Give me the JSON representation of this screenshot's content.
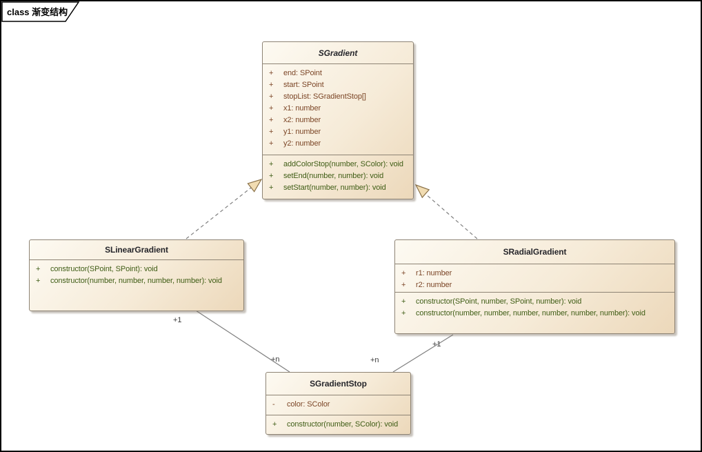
{
  "frame": {
    "label": "class 渐变结构"
  },
  "classes": [
    {
      "name": "SGradient",
      "abstract": true,
      "attributes": [
        {
          "vis": "+",
          "text": "end: SPoint"
        },
        {
          "vis": "+",
          "text": "start: SPoint"
        },
        {
          "vis": "+",
          "text": "stopList: SGradientStop[]"
        },
        {
          "vis": "+",
          "text": "x1: number"
        },
        {
          "vis": "+",
          "text": "x2: number"
        },
        {
          "vis": "+",
          "text": "y1: number"
        },
        {
          "vis": "+",
          "text": "y2: number"
        }
      ],
      "operations": [
        {
          "vis": "+",
          "text": "addColorStop(number, SColor): void"
        },
        {
          "vis": "+",
          "text": "setEnd(number, number): void"
        },
        {
          "vis": "+",
          "text": "setStart(number, number): void"
        }
      ]
    },
    {
      "name": "SLinearGradient",
      "abstract": false,
      "attributes": [],
      "operations": [
        {
          "vis": "+",
          "text": "constructor(SPoint, SPoint): void"
        },
        {
          "vis": "+",
          "text": "constructor(number, number, number, number): void"
        }
      ]
    },
    {
      "name": "SRadialGradient",
      "abstract": false,
      "attributes": [
        {
          "vis": "+",
          "text": "r1: number"
        },
        {
          "vis": "+",
          "text": "r2: number"
        }
      ],
      "operations": [
        {
          "vis": "+",
          "text": "constructor(SPoint, number, SPoint, number): void"
        },
        {
          "vis": "+",
          "text": "constructor(number, number, number, number, number, number): void"
        }
      ]
    },
    {
      "name": "SGradientStop",
      "abstract": false,
      "attributes": [
        {
          "vis": "-",
          "text": "color: SColor"
        }
      ],
      "operations": [
        {
          "vis": "+",
          "text": "constructor(number, SColor): void"
        }
      ]
    }
  ],
  "connectors": {
    "generalization_left": {
      "from": "SLinearGradient",
      "to": "SGradient",
      "style": "dashed"
    },
    "generalization_right": {
      "from": "SRadialGradient",
      "to": "SGradient",
      "style": "dashed"
    },
    "association_left": {
      "from": "SLinearGradient",
      "to": "SGradientStop",
      "source_label": "+1",
      "target_label": "+n"
    },
    "association_right": {
      "from": "SRadialGradient",
      "to": "SGradientStop",
      "source_label": "+1",
      "target_label": "+n"
    }
  },
  "colors": {
    "box_fill_light": "#fdfaf2",
    "box_fill_mid": "#f6ebd8",
    "box_fill_dark": "#ecd8ba",
    "box_border": "#8d8374",
    "title_text": "#26262b",
    "attr_text": "#7b4526",
    "op_text": "#3e5c14",
    "line_color": "#7f7f7f",
    "arrow_fill": "#f1dcb2",
    "arrow_stroke": "#8b7249",
    "mult_text": "#3a3a3a"
  }
}
